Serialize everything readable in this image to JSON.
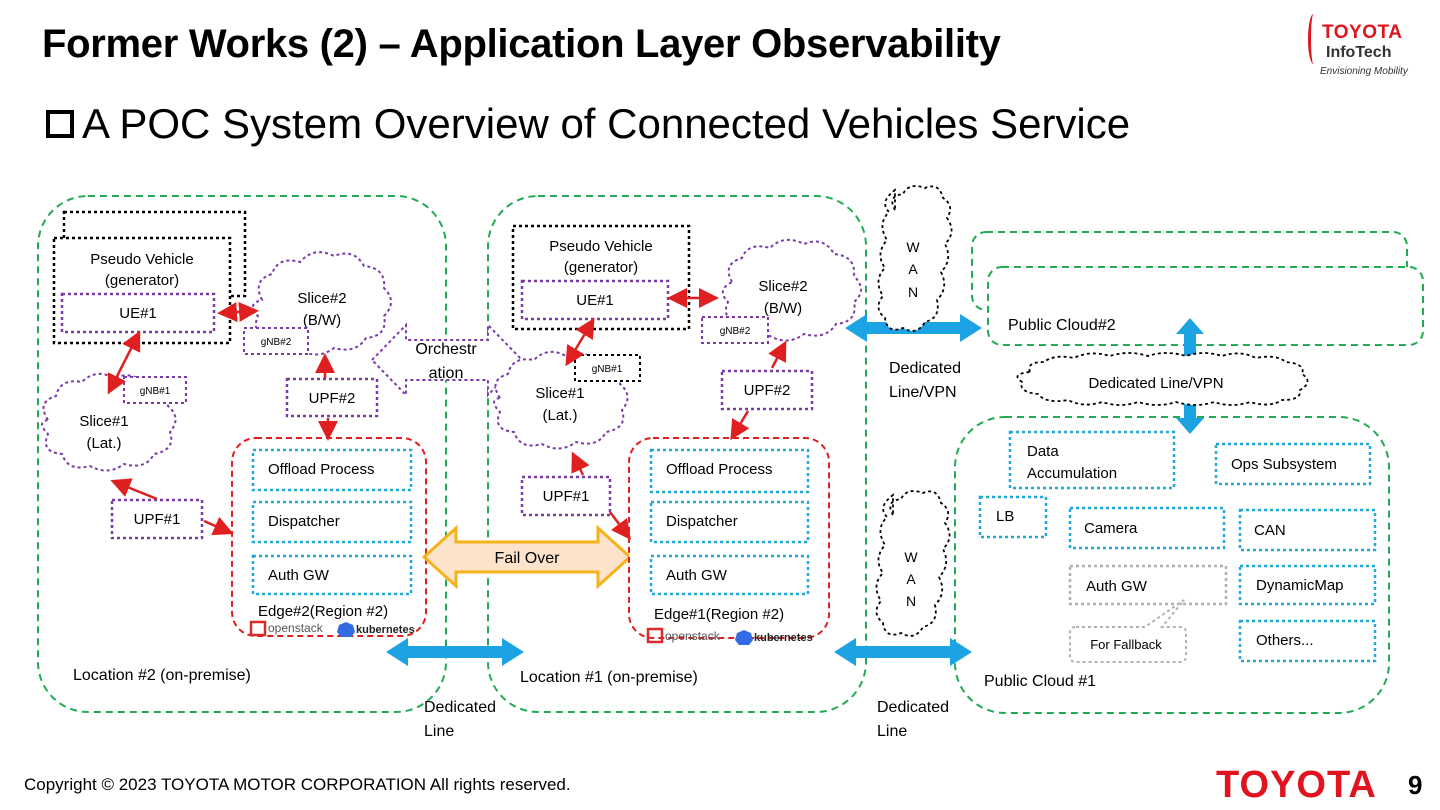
{
  "header": {
    "title": "Former Works (2) – Application Layer Observability",
    "subtitle": "A POC System Overview of Connected Vehicles Service",
    "logo": {
      "line1": "TOYOTA",
      "line2": "InfoTech",
      "tagline": "Envisioning Mobility"
    }
  },
  "diagram": {
    "loc2": {
      "label": "Location #2 (on-premise)",
      "vehicle_l1": "Pseudo Vehicle",
      "vehicle_l2": "(generator)",
      "ue": "UE#1",
      "slice2_l1": "Slice#2",
      "slice2_l2": "(B/W)",
      "gnb2": "gNB#2",
      "gnb1": "gNB#1",
      "slice1_l1": "Slice#1",
      "slice1_l2": "(Lat.)",
      "upf2": "UPF#2",
      "upf1": "UPF#1",
      "offload": "Offload Process",
      "dispatcher": "Dispatcher",
      "authgw": "Auth GW",
      "edge": "Edge#2(Region #2)"
    },
    "orchestration_l1": "Orchestr",
    "orchestration_l2": "ation",
    "failover": "Fail Over",
    "loc1": {
      "label": "Location #1 (on-premise)",
      "vehicle_l1": "Pseudo Vehicle",
      "vehicle_l2": "(generator)",
      "ue": "UE#1",
      "slice2_l1": "Slice#2",
      "slice2_l2": "(B/W)",
      "gnb2": "gNB#2",
      "gnb1": "gNB#1",
      "slice1_l1": "Slice#1",
      "slice1_l2": "(Lat.)",
      "upf2": "UPF#2",
      "upf1": "UPF#1",
      "offload": "Offload Process",
      "dispatcher": "Dispatcher",
      "authgw": "Auth GW",
      "edge": "Edge#1(Region #2)"
    },
    "openstack": "openstack",
    "kubernetes": "kubernetes",
    "wan": [
      "W",
      "A",
      "N"
    ],
    "dedicated_vpn_l1": "Dedicated",
    "dedicated_vpn_l2": "Line/VPN",
    "dedicated_line_l1": "Dedicated",
    "dedicated_line_l2": "Line",
    "cloud2": {
      "label": "Public Cloud#2"
    },
    "dedicated_vpn_cloud": "Dedicated Line/VPN",
    "cloud1": {
      "label": "Public Cloud #1",
      "data_acc_l1": "Data",
      "data_acc_l2": "Accumulation",
      "ops": "Ops Subsystem",
      "lb": "LB",
      "camera": "Camera",
      "can": "CAN",
      "authgw": "Auth GW",
      "dynamicmap": "DynamicMap",
      "fallback": "For Fallback",
      "others": "Others..."
    }
  },
  "footer": {
    "copyright": "Copyright ©  2023 TOYOTA MOTOR CORPORATION All rights reserved.",
    "brand": "TOYOTA",
    "page": "9"
  },
  "colors": {
    "green": "#22aa55",
    "purple": "#7a3aa8",
    "red": "#e02020",
    "cyan": "#1fa8d8",
    "blue_arrow": "#1ba3e3",
    "orange": "#f5b21b",
    "peach": "#fbe3cc",
    "gray": "#b0b0b0"
  }
}
